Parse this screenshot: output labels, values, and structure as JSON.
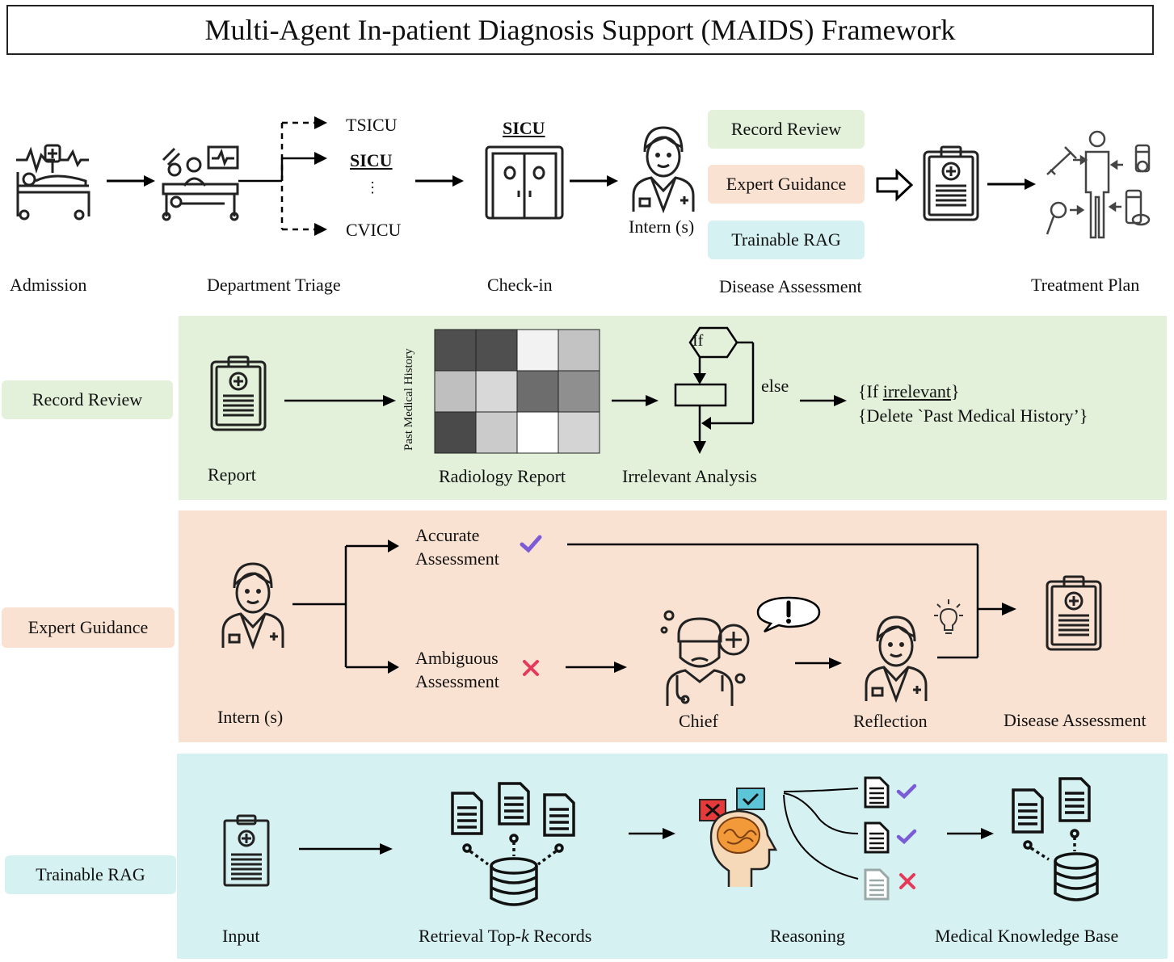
{
  "title": "Multi-Agent In-patient Diagnosis Support (MAIDS) Framework",
  "top_flow": {
    "stages": {
      "admission": "Admission",
      "triage": "Department Triage",
      "checkin": "Check-in",
      "assessment": "Disease Assessment",
      "treatment": "Treatment Plan"
    },
    "icus": {
      "tsicu": "TSICU",
      "sicu": "SICU",
      "ellipsis": "⋮",
      "cvicu": "CVICU"
    },
    "checkin_unit": "SICU",
    "intern_label": "Intern (s)",
    "modules": {
      "record_review": "Record Review",
      "expert_guidance": "Expert Guidance",
      "trainable_rag": "Trainable RAG"
    }
  },
  "record_review": {
    "tag": "Record Review",
    "report_label": "Report",
    "heatmap_axis_label": "Past Medical History",
    "heatmap_label": "Radiology Report",
    "heatmap_values": [
      [
        0.82,
        0.82,
        0.06,
        0.28
      ],
      [
        0.3,
        0.18,
        0.68,
        0.52
      ],
      [
        0.84,
        0.24,
        0.0,
        0.2
      ]
    ],
    "flow_if": "If",
    "flow_else": "else",
    "analysis_label": "Irrelevant Analysis",
    "rule_line1_prefix": "{If ",
    "rule_line1_keyword": "irrelevant",
    "rule_line1_suffix": "}",
    "rule_line2": "{Delete `Past Medical History’}"
  },
  "expert_guidance": {
    "tag": "Expert Guidance",
    "intern_label": "Intern (s)",
    "accurate_line1": "Accurate",
    "accurate_line2": "Assessment",
    "ambiguous_line1": "Ambiguous",
    "ambiguous_line2": "Assessment",
    "chief_label": "Chief",
    "reflection_label": "Reflection",
    "result_label": "Disease Assessment"
  },
  "trainable_rag": {
    "tag": "Trainable RAG",
    "input_label": "Input",
    "retrieval_prefix": "Retrieval Top-",
    "retrieval_k": "k",
    "retrieval_suffix": " Records",
    "reasoning_label": "Reasoning",
    "kb_label": "Medical Knowledge Base"
  },
  "colors": {
    "green_bg": "#e3f1db",
    "peach_bg": "#fae2d2",
    "cyan_bg": "#d5f1f1",
    "check": "#7b5cd6",
    "cross": "#e53a5a"
  }
}
